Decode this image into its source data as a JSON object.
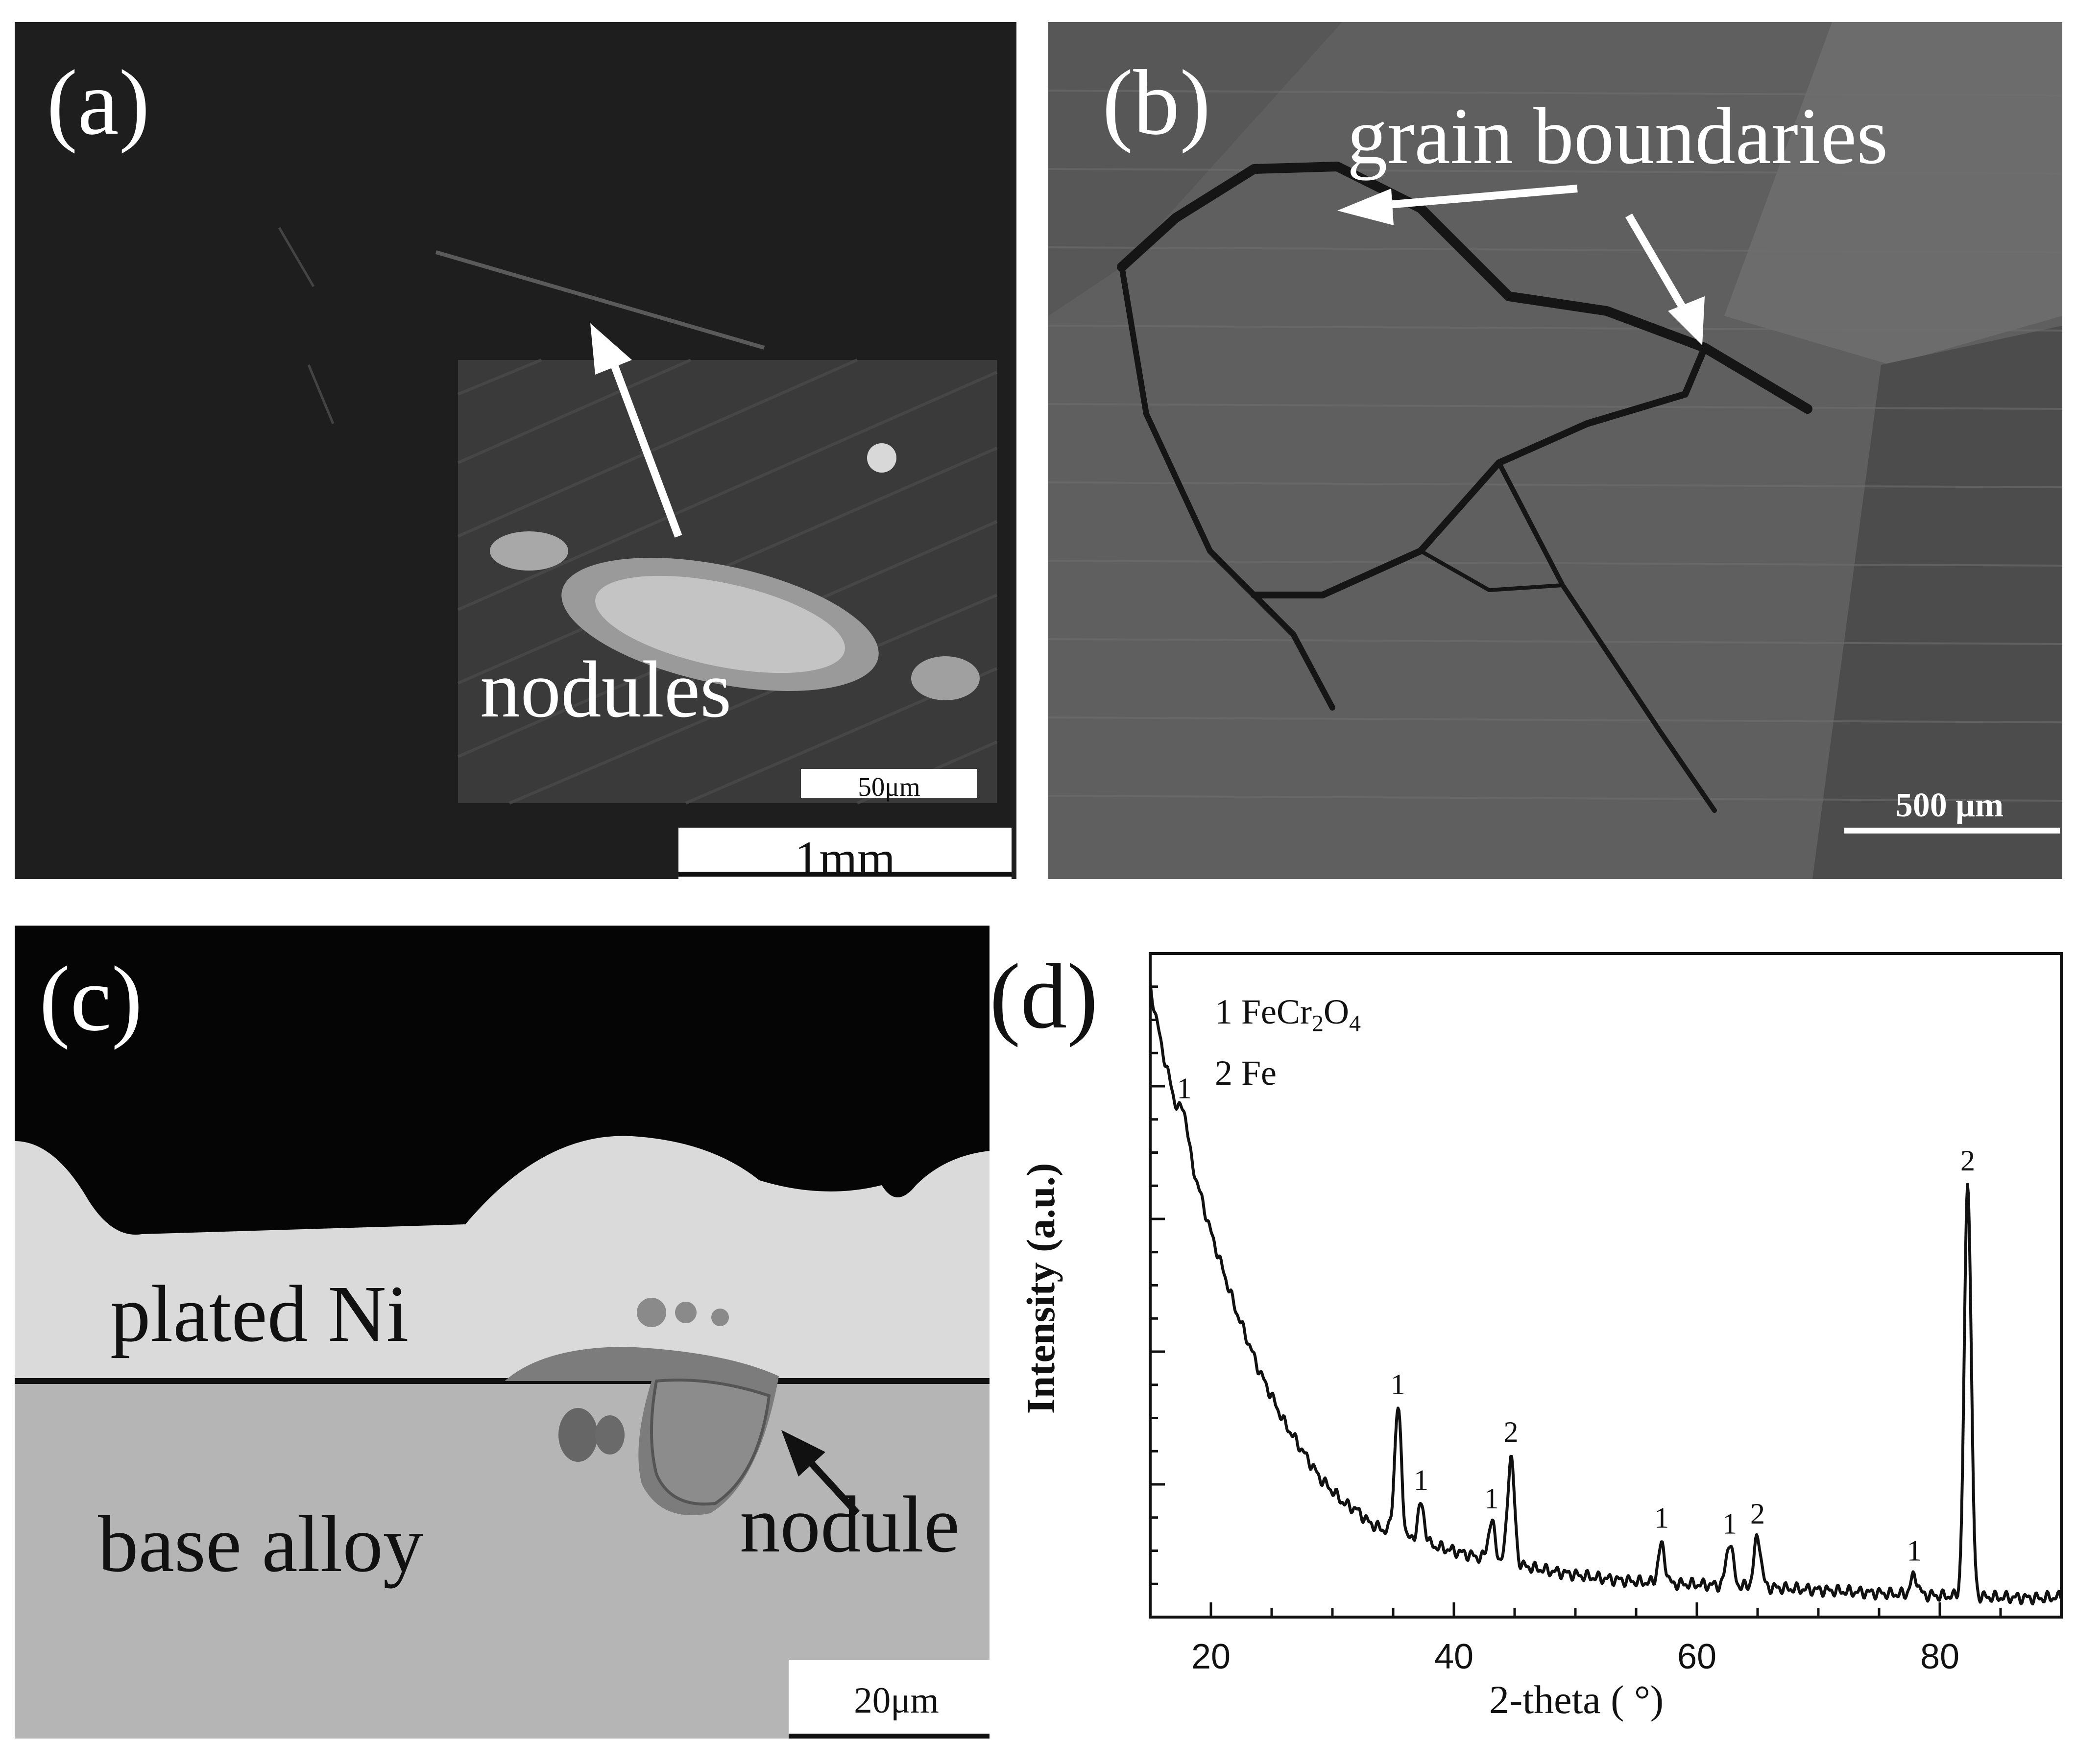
{
  "panels": {
    "a": {
      "letter": "(a)",
      "annotation": "nodules",
      "inset_scale": "50μm",
      "scale": "1mm"
    },
    "b": {
      "letter": "(b)",
      "annotation": "grain boundaries",
      "scale": "500 μm"
    },
    "c": {
      "letter": "(c)",
      "layer_top": "plated Ni",
      "layer_bottom": "base alloy",
      "annotation": "nodule",
      "scale": "20μm"
    },
    "d": {
      "letter": "(d)"
    }
  },
  "chart_data": {
    "type": "line",
    "xlabel": "2-theta ( °)",
    "ylabel": "Intensity (a.u.)",
    "xlim": [
      15,
      90
    ],
    "ylim": [
      0,
      100
    ],
    "xticks": [
      20,
      40,
      60,
      80
    ],
    "legend": [
      {
        "number": "1",
        "base": "FeCr",
        "sub1": "2",
        "mid": "O",
        "sub2": "4"
      },
      {
        "number": "2",
        "text": "Fe"
      }
    ],
    "legend_placement": "top-left",
    "series": [
      {
        "x": [
          15,
          16,
          17,
          18,
          19,
          20,
          21,
          22,
          23,
          24,
          25,
          26,
          27,
          28,
          29,
          30,
          31,
          32,
          33,
          34,
          35,
          36,
          37,
          38,
          40,
          42,
          44,
          46,
          48,
          50,
          52,
          54,
          56,
          58,
          60,
          62,
          64,
          66,
          68,
          70,
          72,
          74,
          76,
          78,
          80,
          82,
          84,
          86,
          88,
          90
        ],
        "y": [
          100,
          90,
          82,
          75,
          68,
          61,
          55,
          49,
          44,
          39,
          35,
          31,
          28,
          25,
          22,
          20,
          18,
          17,
          15,
          14,
          13.5,
          12.5,
          12,
          11.5,
          10.5,
          9.5,
          8.8,
          8.0,
          7.3,
          6.7,
          6.2,
          5.8,
          5.5,
          5.3,
          5.2,
          5.0,
          4.9,
          4.7,
          4.5,
          4.3,
          4.1,
          3.9,
          3.7,
          3.6,
          3.4,
          3.3,
          3.2,
          3.1,
          3.0,
          3.2
        ]
      }
    ],
    "peaks": [
      {
        "x": 17.8,
        "height": 4,
        "label": "1"
      },
      {
        "x": 35.4,
        "height": 20,
        "label": "1"
      },
      {
        "x": 37.3,
        "height": 6,
        "label": "1"
      },
      {
        "x": 43.1,
        "height": 6,
        "label": "1"
      },
      {
        "x": 44.7,
        "height": 17,
        "label": "2"
      },
      {
        "x": 57.1,
        "height": 6,
        "label": "1"
      },
      {
        "x": 62.7,
        "height": 7,
        "label": "1"
      },
      {
        "x": 65.0,
        "height": 8,
        "label": "2"
      },
      {
        "x": 77.9,
        "height": 3,
        "label": "1"
      },
      {
        "x": 82.3,
        "height": 66,
        "label": "2"
      }
    ]
  }
}
